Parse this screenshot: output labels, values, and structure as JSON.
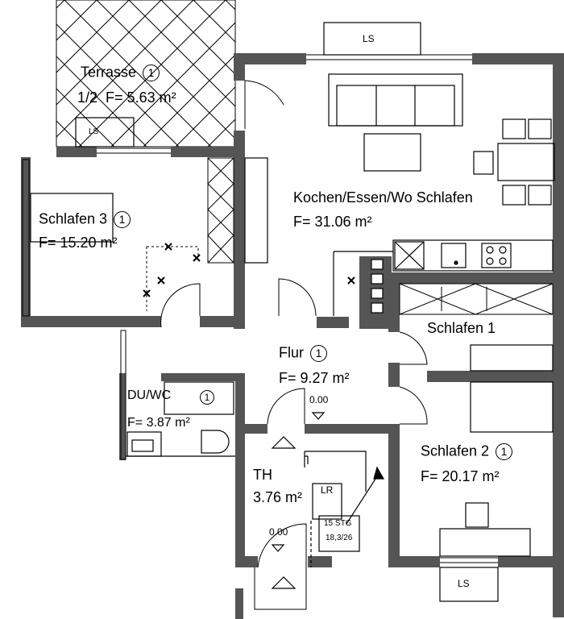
{
  "rooms": {
    "terrasse": {
      "name": "Terrasse",
      "badge": "1",
      "share": "1/2",
      "area": "F= 5.63 m²"
    },
    "kochen": {
      "name": "Kochen/Essen/Wo Schlafen",
      "area": "F= 31.06 m²"
    },
    "schlafen3": {
      "name": "Schlafen 3",
      "badge": "1",
      "area": "F= 15.20 m²"
    },
    "schlafen1": {
      "name": "Schlafen 1"
    },
    "flur": {
      "name": "Flur",
      "badge": "1",
      "area": "F= 9.27 m²",
      "level": "0.00"
    },
    "duwc": {
      "name": "DU/WC",
      "badge": "1",
      "area": "F= 3.87 m²"
    },
    "schlafen2": {
      "name": "Schlafen 2",
      "badge": "1",
      "area": "F= 20.17 m²"
    },
    "th": {
      "name": "TH",
      "area": "3.76 m²",
      "level": "0.00"
    }
  },
  "labels": {
    "ls": "LS",
    "lr": "LR",
    "stairs_count": "15 STG",
    "stairs_dim": "18,3/26"
  },
  "colors": {
    "wall": "#555555",
    "line": "#000000",
    "hatch": "#000000"
  }
}
